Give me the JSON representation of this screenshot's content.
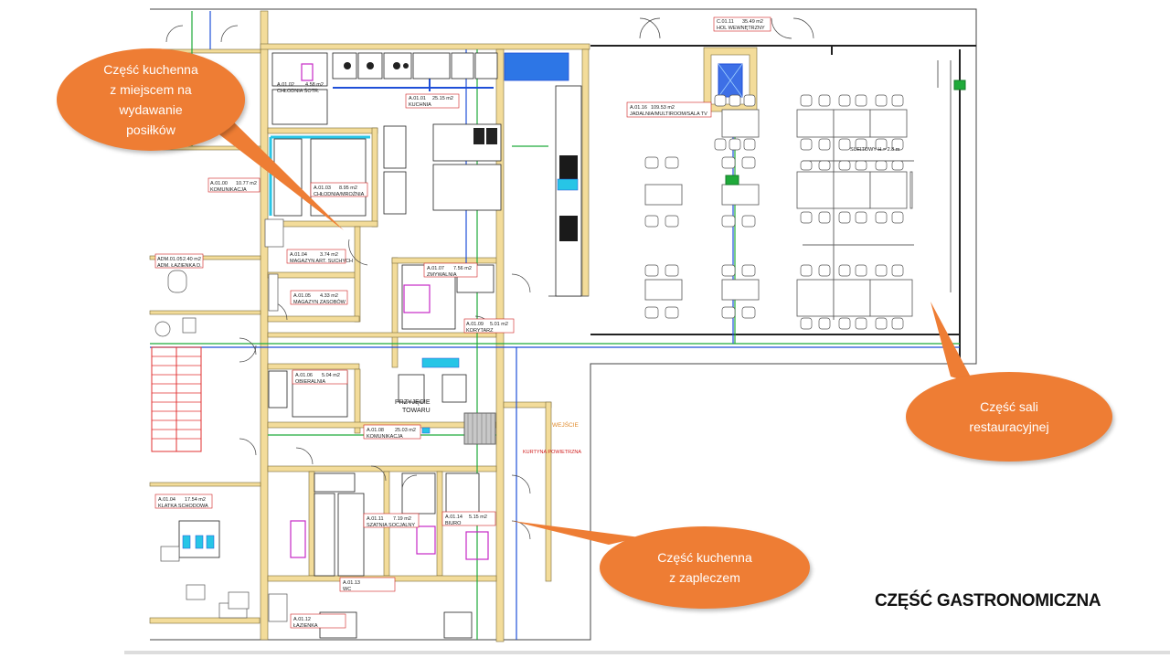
{
  "callouts": {
    "kitchen_serving": "Część kuchenna\nz miejscem na\nwydawanie\nposiłków",
    "dining_room": "Część sali\nrestauracyjnej",
    "kitchen_back": "Część kuchenna\nz zapleczem"
  },
  "title": "CZĘŚĆ GASTRONOMICZNA",
  "rooms": {
    "hol": {
      "code": "C.01.11",
      "area": "35.49 m2",
      "name": "HOL WEWNĘTRZNY"
    },
    "chlodnia_sotr": {
      "code": "A.01.02",
      "area": "4.58 m2",
      "name": "CHŁODNIA ŚOTR."
    },
    "kuchnia": {
      "code": "A.01.01",
      "area": "25.15 m2",
      "name": "KUCHNIA"
    },
    "sala": {
      "code": "A.01.16",
      "area": "109.53 m2",
      "name": "JADALNIA/MULTIROOM/SALA TV"
    },
    "chlodnia": {
      "code": "A.01.03",
      "area": "8.95 m2",
      "name": "CHŁODNIA/MROŹNIA"
    },
    "komunikacja_1": {
      "code": "A.01.00",
      "area": "10.77 m2",
      "name": "KOMUNIKACJA"
    },
    "lazienka_d": {
      "code": "ADM.01.05",
      "area": "2.40 m2",
      "name": "ADM. ŁAZIENKA D."
    },
    "magazyn_art": {
      "code": "A.01.04",
      "area": "3.74 m2",
      "name": "MAGAZYN ART. SUCHYCH"
    },
    "magazyn_zas": {
      "code": "A.01.05",
      "area": "4.33 m2",
      "name": "MAGAZYN ZASOBÓW"
    },
    "zmywalnia": {
      "code": "A.01.07",
      "area": "7.56 m2",
      "name": "ZMYWALNIA"
    },
    "korytarz": {
      "code": "A.01.09",
      "area": "5.01 m2",
      "name": "KORYTARZ"
    },
    "obieralnia": {
      "code": "A.01.06",
      "area": "5.04 m2",
      "name": "OBIERALNIA"
    },
    "komunikacja_2": {
      "code": "A.01.08",
      "area": "25.03 m2",
      "name": "KOMUNIKACJA"
    },
    "klatka": {
      "code": "A.01.04",
      "area": "17.54 m2",
      "name": "KLATKA SCHODOWA"
    },
    "szatnia": {
      "code": "A.01.11",
      "area": "7.19 m2",
      "name": "SZATNIA SOCJALNY"
    },
    "biuro": {
      "code": "A.01.14",
      "area": "5.15 m2",
      "name": "BIURO"
    },
    "wc": {
      "code": "A.01.13",
      "area": "",
      "name": "WC"
    },
    "lazienka": {
      "code": "A.01.12",
      "area": "",
      "name": "ŁAZIENKA"
    }
  },
  "labels": {
    "przyjecie": "PRZYJĘCIE",
    "towaru": "TOWARU",
    "wejscie": "WEJŚCIE",
    "kurtyna": "KURTYNA POWIETRZNA",
    "sufit": "SUFITOWY H = 2.8 m"
  },
  "colors": {
    "callout_fill": "#ee7d34",
    "callout_text": "#ffffff",
    "wall_fill": "#f3dc9a",
    "water_blue": "#1f4fd8",
    "pipe_green": "#1faa3a",
    "equipment_cyan": "#27c5e6",
    "fixture_magenta": "#c628c6",
    "stair_red": "#e03030"
  }
}
